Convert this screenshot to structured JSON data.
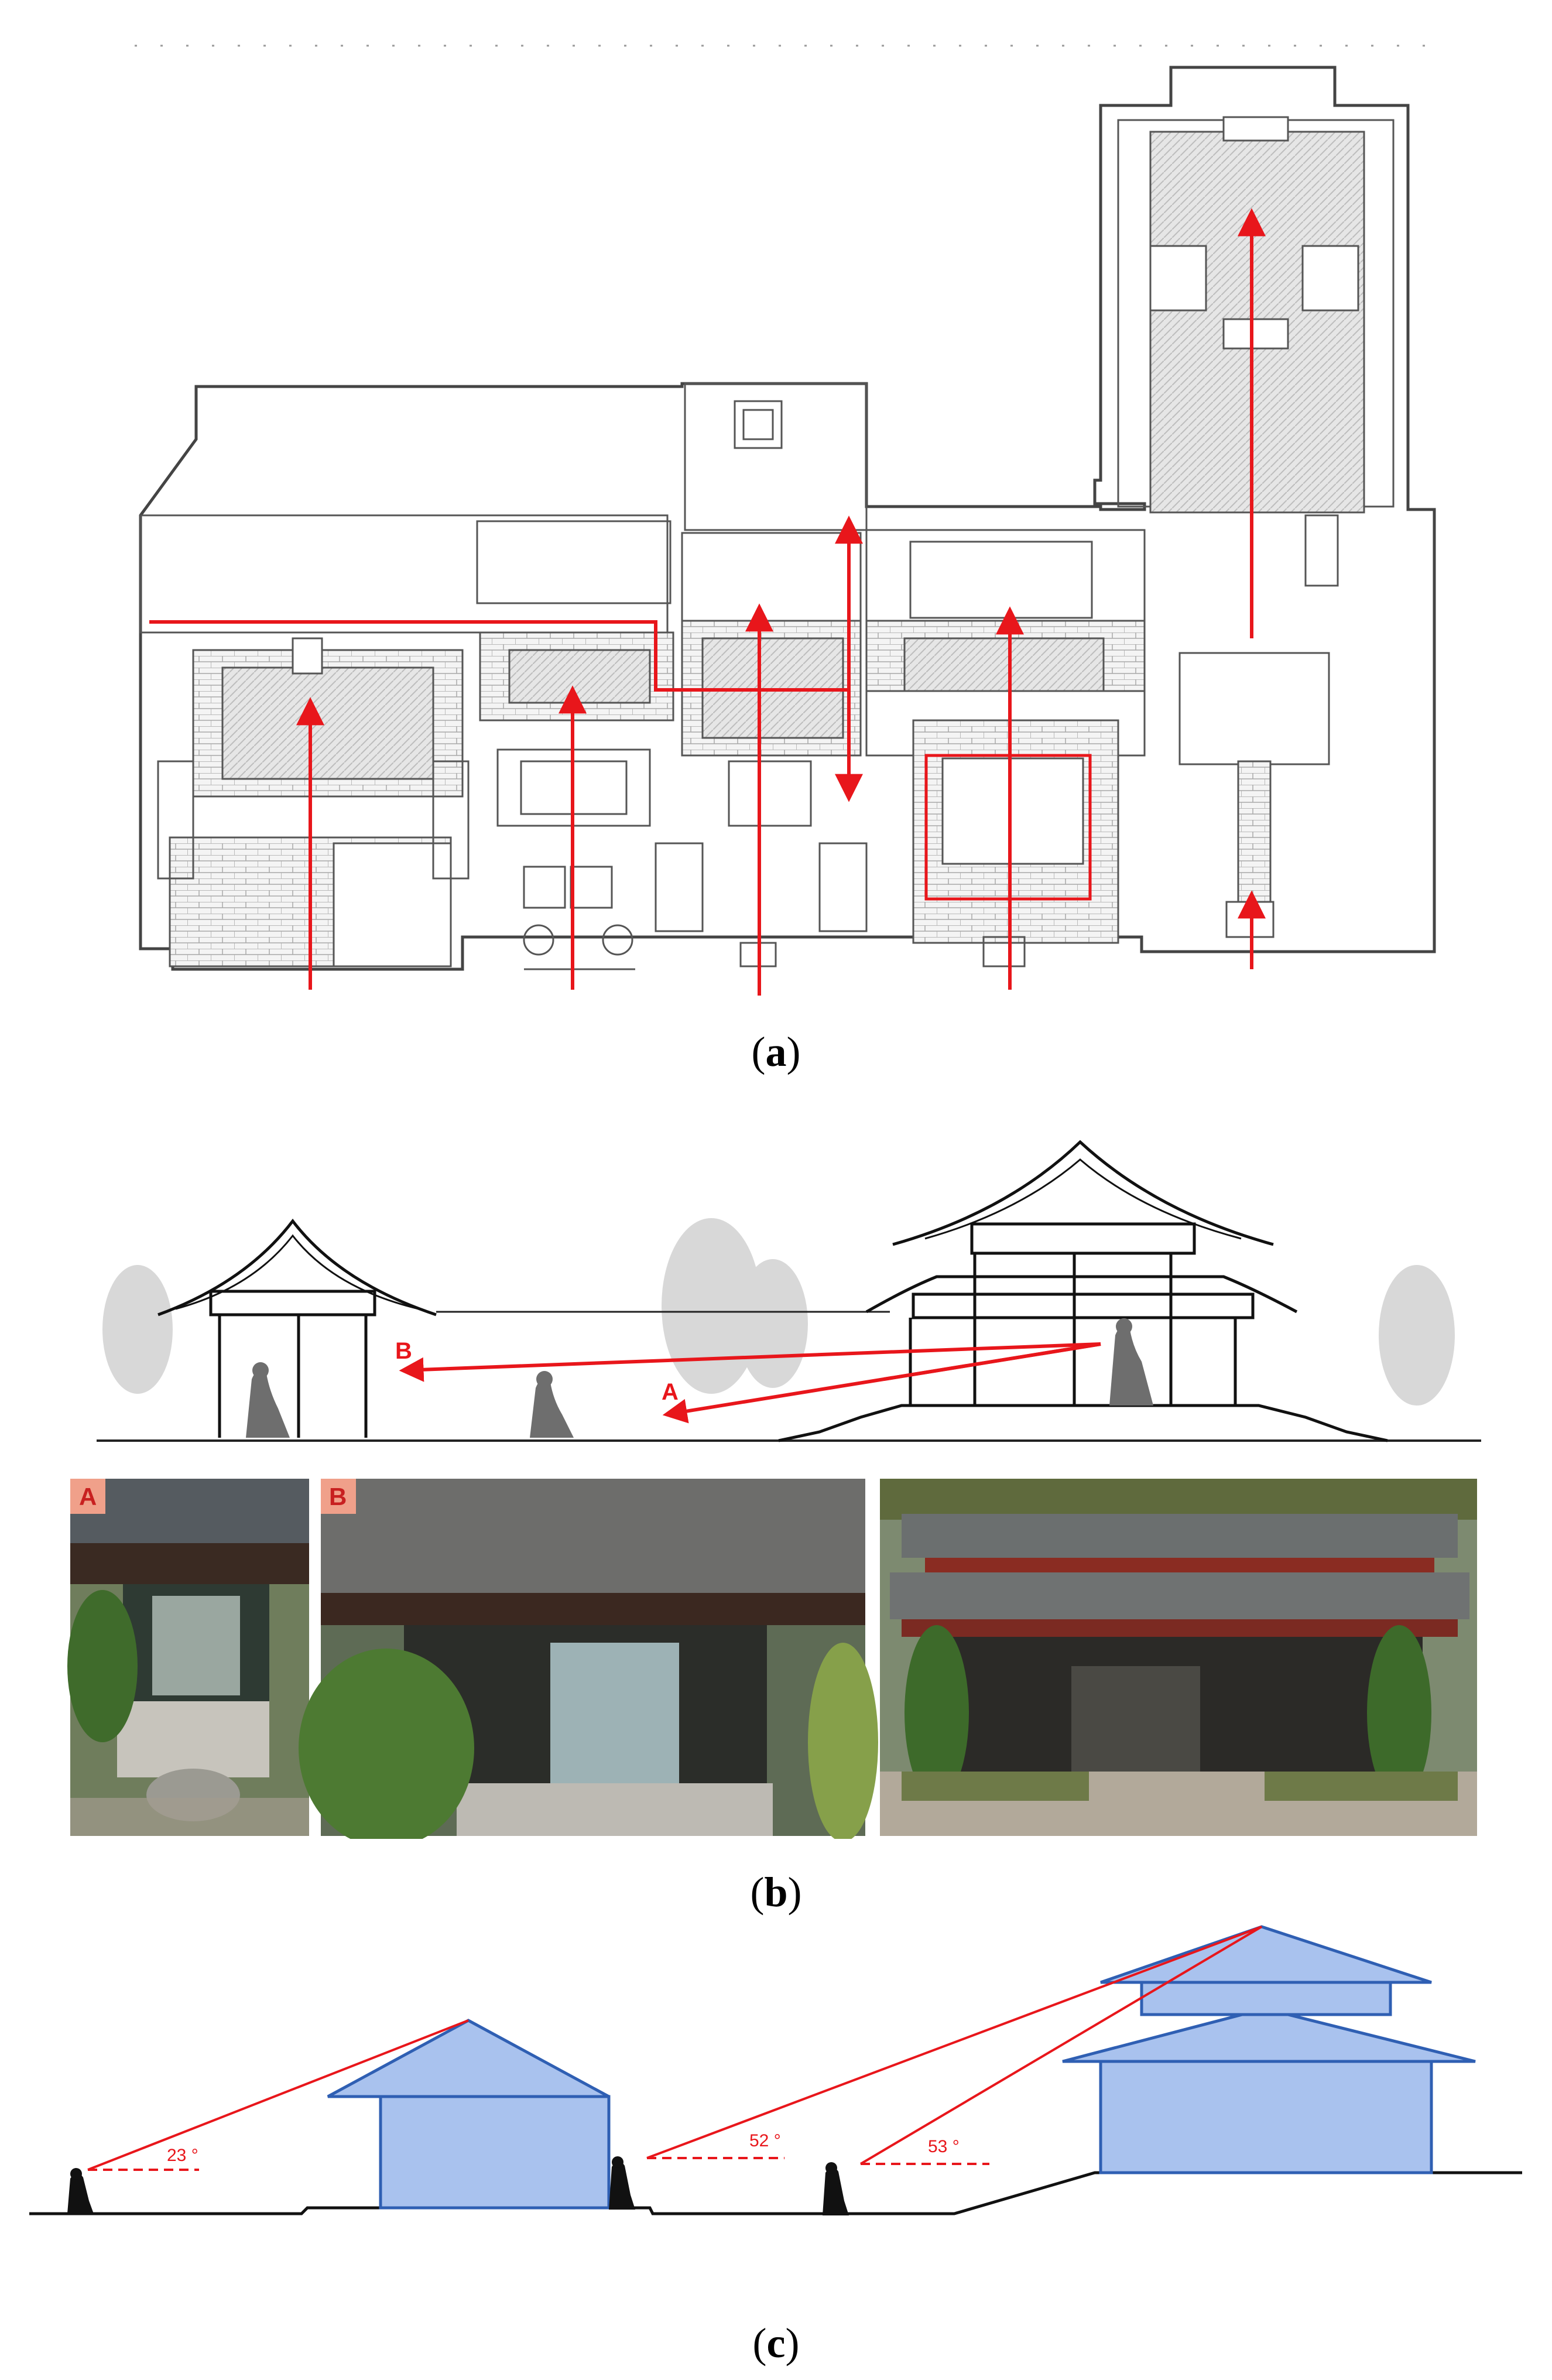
{
  "captions": {
    "a_open": "(",
    "a_letter": "a",
    "a_close": ")",
    "b_open": "(",
    "b_letter": "b",
    "b_close": ")",
    "c_open": "(",
    "c_letter": "c",
    "c_close": ")"
  },
  "section_b": {
    "label_a": "A",
    "label_b": "B",
    "photo_a_tag": "A",
    "photo_b_tag": "B"
  },
  "section_c": {
    "angle_1": "23 °",
    "angle_2": "52 °",
    "angle_3": "53 °"
  },
  "colors": {
    "axis_red": "#e8161b",
    "building_fill": "#a9c2ee",
    "building_stroke": "#2f5fb3",
    "plan_line": "#555555",
    "courtyard_hatch": "#dcdcdc"
  }
}
